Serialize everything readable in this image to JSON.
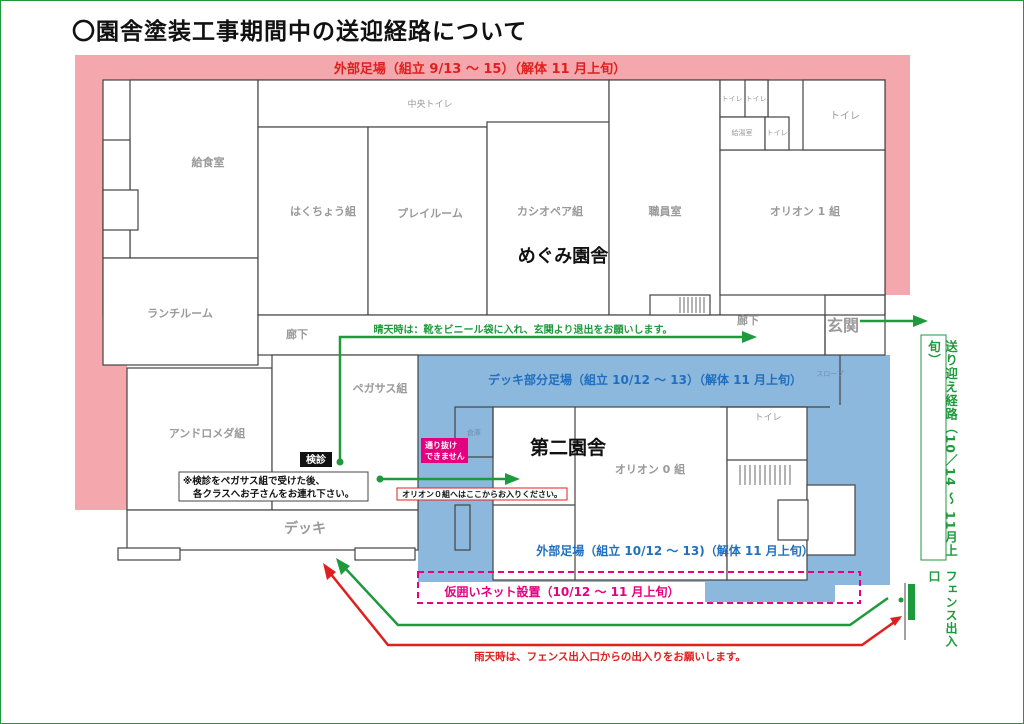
{
  "title": "〇園舎塗装工事期間中の送迎経路について",
  "scaffold_outer": "外部足場（組立 9/13 ～ 15）（解体 11 月上旬）",
  "scaffold_deck": "デッキ部分足場（組立 10/12 ～ 13）（解体 11 月上旬）",
  "scaffold_outer2": "外部足場（組立 10/12 ～ 13)（解体 11 月上旬）",
  "temp_net": "仮囲いネット設置（10/12 ～ 11 月上旬）",
  "building_main": "めぐみ園舎",
  "building_second": "第二園舎",
  "rooms": {
    "kitchen": "給食室",
    "lunch": "ランチルーム",
    "hakucho": "はくちょう組",
    "play": "プレイルーム",
    "cassiopeia": "カシオペア組",
    "staff": "職員室",
    "orion1": "オリオン 1 組",
    "center_toilet": "中央トイレ",
    "toilet": "トイレ",
    "toilet_small": "トイレ",
    "kettle": "給湯室",
    "corridor": "廊下",
    "entrance": "玄関",
    "andromeda": "アンドロメダ組",
    "pegasus": "ペガサス組",
    "deck": "デッキ",
    "storage": "倉庫",
    "orion0": "オリオン 0 組",
    "slope": "スロープ"
  },
  "notes": {
    "sunny": "晴天時は：靴をビニール袋に入れ、玄関より退出をお願いします。",
    "checkup": "検診",
    "checkup_note_1": "※検診をペガサス組で受けた後、",
    "checkup_note_2": "各クラスへお子さんをお連れ下さい。",
    "no_pass_1": "通り抜け",
    "no_pass_2": "できません",
    "orion0_entry": "オリオン０組へはここからお入りください。",
    "rainy": "雨天時は、フェンス出入口からの出入りをお願いします。",
    "route": "送り迎え経路（10／14 ～ 11月上旬）",
    "fence": "フェンス出入口"
  },
  "colors": {
    "scaffold_pink": "#f4a7ad",
    "scaffold_blue": "#8db8dd",
    "route_green": "#1e9a3c",
    "rain_red": "#e0201e",
    "magenta": "#e4007f",
    "label_red": "#e0201e",
    "label_blue": "#1f6fc0"
  }
}
